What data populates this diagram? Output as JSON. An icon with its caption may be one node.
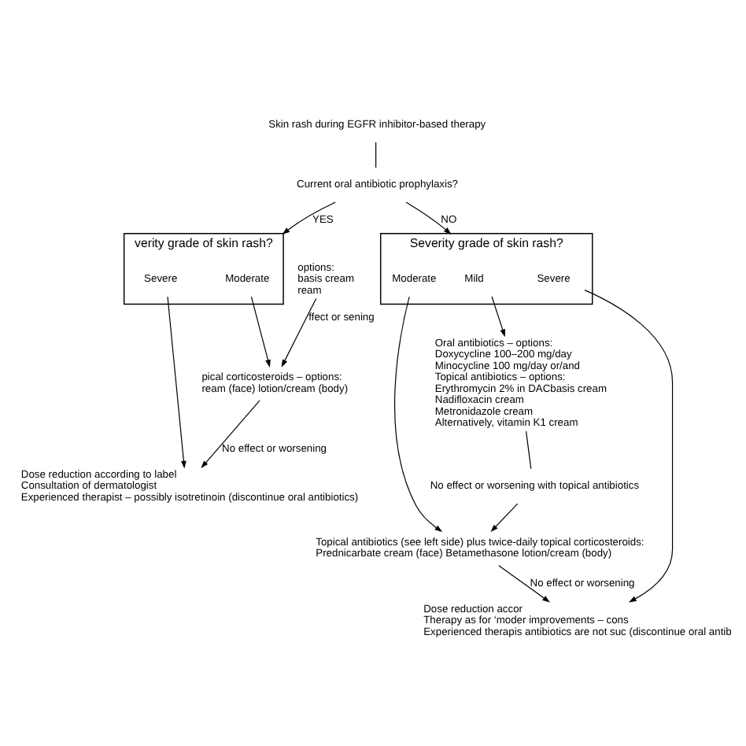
{
  "diagram": {
    "nodes": [
      {
        "text": [
          "Skin rash during EGFR inhibitor-based therapy"
        ]
      },
      {
        "text": [
          "Current oral antibiotic prophylaxis?"
        ]
      },
      {
        "text": [
          "verity grade of skin rash?"
        ]
      },
      {
        "text": [
          "Moderate"
        ],
        "in": 2
      },
      {
        "text": [
          "Severe"
        ],
        "in": 2
      },
      {
        "text": [
          "options:",
          "basis cream",
          "ream"
        ]
      },
      {
        "text": [
          "pical corticosteroids – options:",
          "ream (face) lotion/cream (body)"
        ]
      },
      {
        "text": [
          "Dose reduction according to label",
          "Consultation of dermatologist",
          "Experienced therapist – possibly isotretinoin (discontinue oral antibiotics)"
        ]
      },
      {
        "text": [
          "Severity grade of skin rash?"
        ]
      },
      {
        "text": [
          "Mild"
        ],
        "in": 8
      },
      {
        "text": [
          "Moderate"
        ],
        "in": 8
      },
      {
        "text": [
          "Severe"
        ],
        "in": 8
      },
      {
        "text": [
          "Oral antibiotics – options:",
          "Doxycycline 100–200 mg/day",
          "Minocycline 100 mg/day or/and",
          "Topical antibiotics – options:",
          "Erythromycin 2% in DACbasis cream",
          "Nadifloxacin cream",
          "Metronidazole cream",
          "Alternatively, vitamin K1 cream"
        ]
      },
      {
        "text": [
          "No effect or worsening with topical antibiotics"
        ]
      },
      {
        "text": [
          "Topical antibiotics (see left side) plus twice-daily topical corticosteroids:",
          "Prednicarbate cream (face) Betamethasone lotion/cream (body)"
        ]
      },
      {
        "text": [
          "Dose reduction accor",
          "Therapy as for ‘moder improvements – cons",
          "Experienced therapis antibiotics are not suc (discontinue oral antib"
        ]
      }
    ],
    "edges": [
      {
        "from": 0,
        "to": 1,
        "arrow": "none"
      },
      {
        "from": 1,
        "to": 2,
        "arrow": "to",
        "label": "YES"
      },
      {
        "from": 1,
        "to": 8,
        "arrow": "to",
        "label": "NO"
      },
      {
        "from": 5,
        "to": 6,
        "arrow": "to",
        "label": "ffect or sening"
      },
      {
        "from": 3,
        "to": 6,
        "arrow": "to"
      },
      {
        "from": 6,
        "to": 7,
        "arrow": "to",
        "label": "No effect or worsening"
      },
      {
        "from": 4,
        "to": 7,
        "arrow": "to"
      },
      {
        "from": 9,
        "to": 12,
        "arrow": "to"
      },
      {
        "from": 12,
        "to": 13,
        "arrow": "none"
      },
      {
        "from": 13,
        "to": 14,
        "arrow": "to"
      },
      {
        "from": 10,
        "to": 14,
        "arrow": "to"
      },
      {
        "from": 14,
        "to": 15,
        "arrow": "to",
        "label": "No effect or worsening"
      },
      {
        "from": 11,
        "to": 15,
        "arrow": "to"
      }
    ]
  }
}
